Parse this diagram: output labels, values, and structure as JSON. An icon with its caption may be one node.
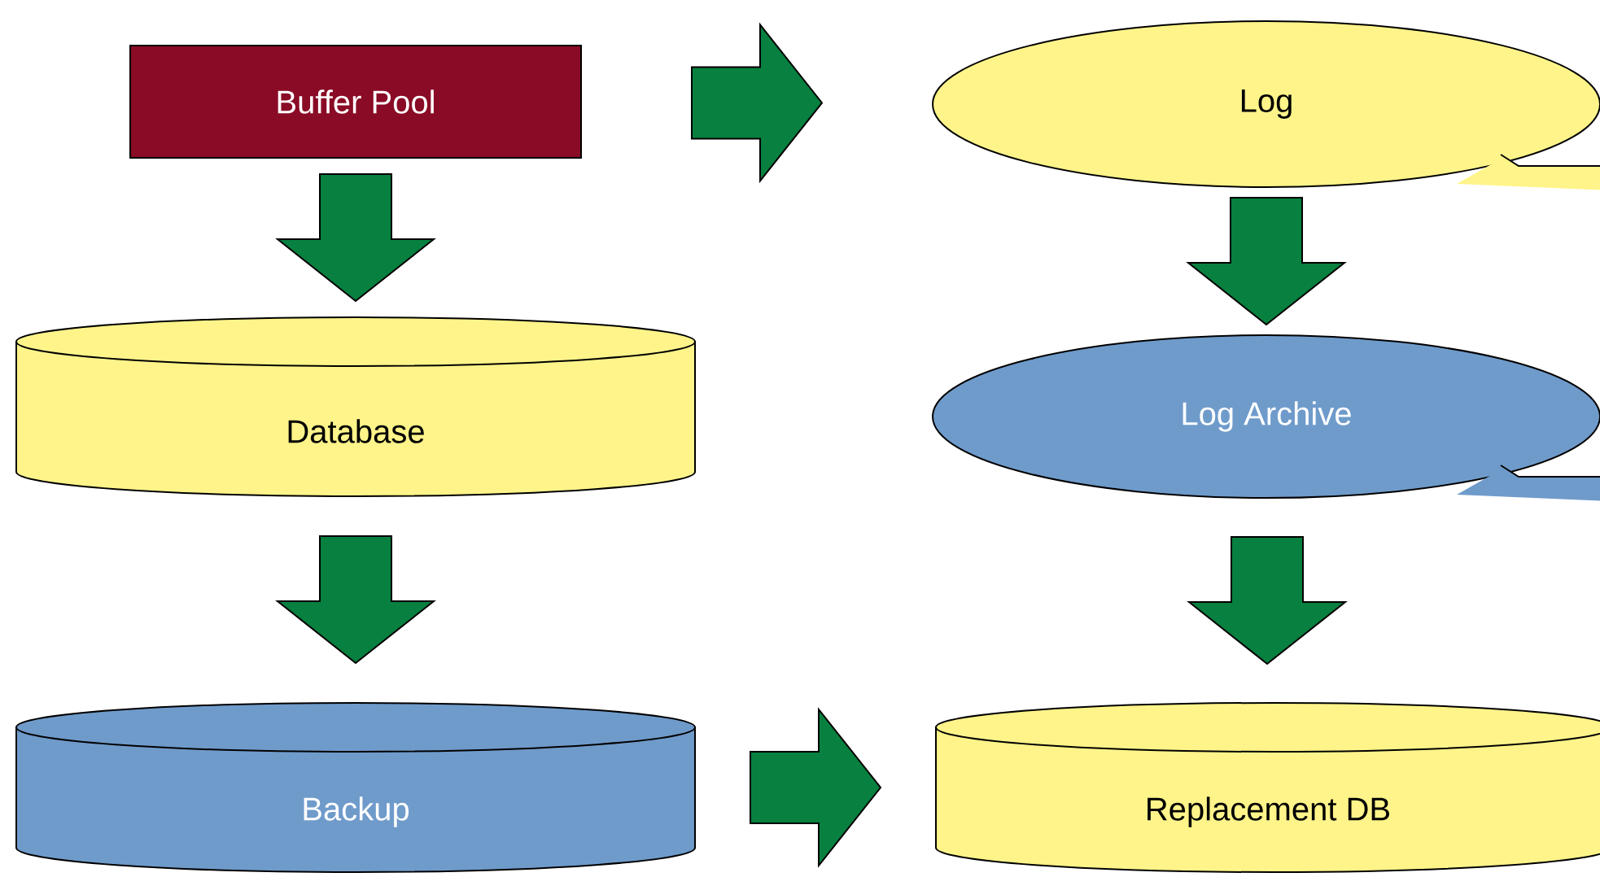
{
  "diagram": {
    "nodes": [
      {
        "text": [
          "Buffer Pool"
        ]
      },
      {
        "text": [
          "Log"
        ]
      },
      {
        "text": [
          "Database"
        ]
      },
      {
        "text": [
          "Log Archive"
        ]
      },
      {
        "text": [
          "Backup"
        ]
      },
      {
        "text": [
          "Replacement DB"
        ]
      }
    ],
    "edges": [
      {
        "from": 0,
        "to": 1,
        "arrow": "to"
      },
      {
        "from": 0,
        "to": 2,
        "arrow": "to"
      },
      {
        "from": 1,
        "to": 3,
        "arrow": "to"
      },
      {
        "from": 2,
        "to": 4,
        "arrow": "to"
      },
      {
        "from": 3,
        "to": 5,
        "arrow": "to"
      },
      {
        "from": 4,
        "to": 5,
        "arrow": "to"
      }
    ]
  }
}
